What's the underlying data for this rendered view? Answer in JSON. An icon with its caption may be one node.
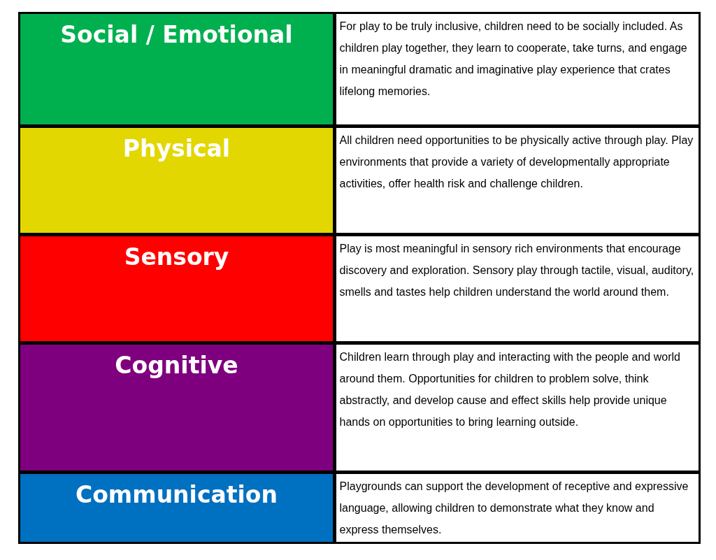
{
  "diagram": {
    "nodes": [
      {
        "text": [
          "Social / Emotional"
        ]
      },
      {
        "text": [
          "For play to be truly inclusive, children need to be socially included.  As children play together, they learn to cooperate, take turns, and engage in meaningful dramatic and imaginative play experience that crates lifelong memories."
        ]
      },
      {
        "text": [
          "Physical"
        ]
      },
      {
        "text": [
          "All children need opportunities to be physically active through play.  Play environments that provide a variety of developmentally appropriate activities, offer health risk and challenge children."
        ]
      },
      {
        "text": [
          "Sensory"
        ]
      },
      {
        "text": [
          "Play is most meaningful in sensory rich environments that encourage discovery and exploration.  Sensory play through tactile, visual, auditory, smells and tastes help children understand the world around them."
        ]
      },
      {
        "text": [
          "Cognitive"
        ]
      },
      {
        "text": [
          "Children learn through play and interacting with the people and world around them.  Opportunities for children to problem solve, think abstractly, and develop cause and effect skills help provide unique hands on opportunities to bring learning outside."
        ]
      },
      {
        "text": [
          "Communication"
        ]
      },
      {
        "text": [
          "Playgrounds can support the development of receptive and expressive language, allowing children to demonstrate what they know and express themselves."
        ]
      }
    ]
  }
}
